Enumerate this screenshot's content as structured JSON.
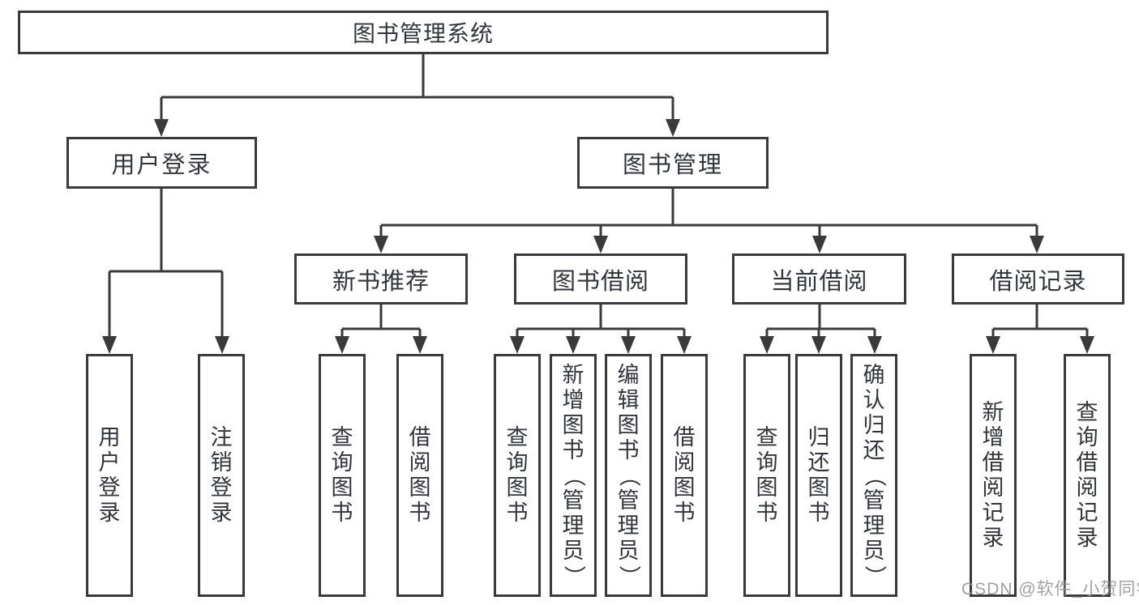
{
  "diagram": {
    "root": {
      "label": "图书管理系统"
    },
    "level1": [
      {
        "id": "user-login",
        "label": "用户登录"
      },
      {
        "id": "book-management",
        "label": "图书管理"
      }
    ],
    "level2": [
      {
        "id": "new-book-recommend",
        "label": "新书推荐"
      },
      {
        "id": "book-borrow",
        "label": "图书借阅"
      },
      {
        "id": "current-borrow",
        "label": "当前借阅"
      },
      {
        "id": "borrow-records",
        "label": "借阅记录"
      }
    ],
    "leaves": [
      {
        "id": "user-login",
        "parent": "user-login",
        "label": "用户登录"
      },
      {
        "id": "logout",
        "parent": "user-login",
        "label": "注销登录"
      },
      {
        "id": "query-books",
        "parent": "new-book-recommend",
        "label": "查询图书"
      },
      {
        "id": "borrow-books",
        "parent": "new-book-recommend",
        "label": "借阅图书"
      },
      {
        "id": "query-books",
        "parent": "book-borrow",
        "label": "查询图书"
      },
      {
        "id": "add-books-admin",
        "parent": "book-borrow",
        "label": "新增图书（管理员）"
      },
      {
        "id": "edit-books-admin",
        "parent": "book-borrow",
        "label": "编辑图书（管理员）"
      },
      {
        "id": "borrow-books",
        "parent": "book-borrow",
        "label": "借阅图书"
      },
      {
        "id": "query-books",
        "parent": "current-borrow",
        "label": "查询图书"
      },
      {
        "id": "return-books",
        "parent": "current-borrow",
        "label": "归还图书"
      },
      {
        "id": "confirm-return-admin",
        "parent": "current-borrow",
        "label": "确认归还（管理员）"
      },
      {
        "id": "add-borrow-record",
        "parent": "borrow-records",
        "label": "新增借阅记录"
      },
      {
        "id": "query-borrow-record",
        "parent": "borrow-records",
        "label": "查询借阅记录"
      }
    ]
  },
  "watermark": {
    "text": "CSDN @软件_小贺同学"
  },
  "colors": {
    "background": "#ffffff",
    "line": "#3a3a3a",
    "box_border": "#3a3a3a",
    "text": "#31353b",
    "watermark": "#949494"
  }
}
